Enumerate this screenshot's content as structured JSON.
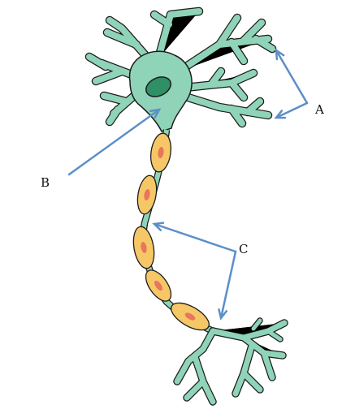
{
  "labels": {
    "a": "A",
    "b": "B",
    "c": "C"
  },
  "colors": {
    "cell_fill": "#8fd3b8",
    "cell_stroke": "#1c1c1c",
    "nucleus_fill": "#2f8f65",
    "myelin_fill": "#f6c767",
    "myelin_spot": "#e8765b",
    "arrow": "#5b8fc8"
  }
}
